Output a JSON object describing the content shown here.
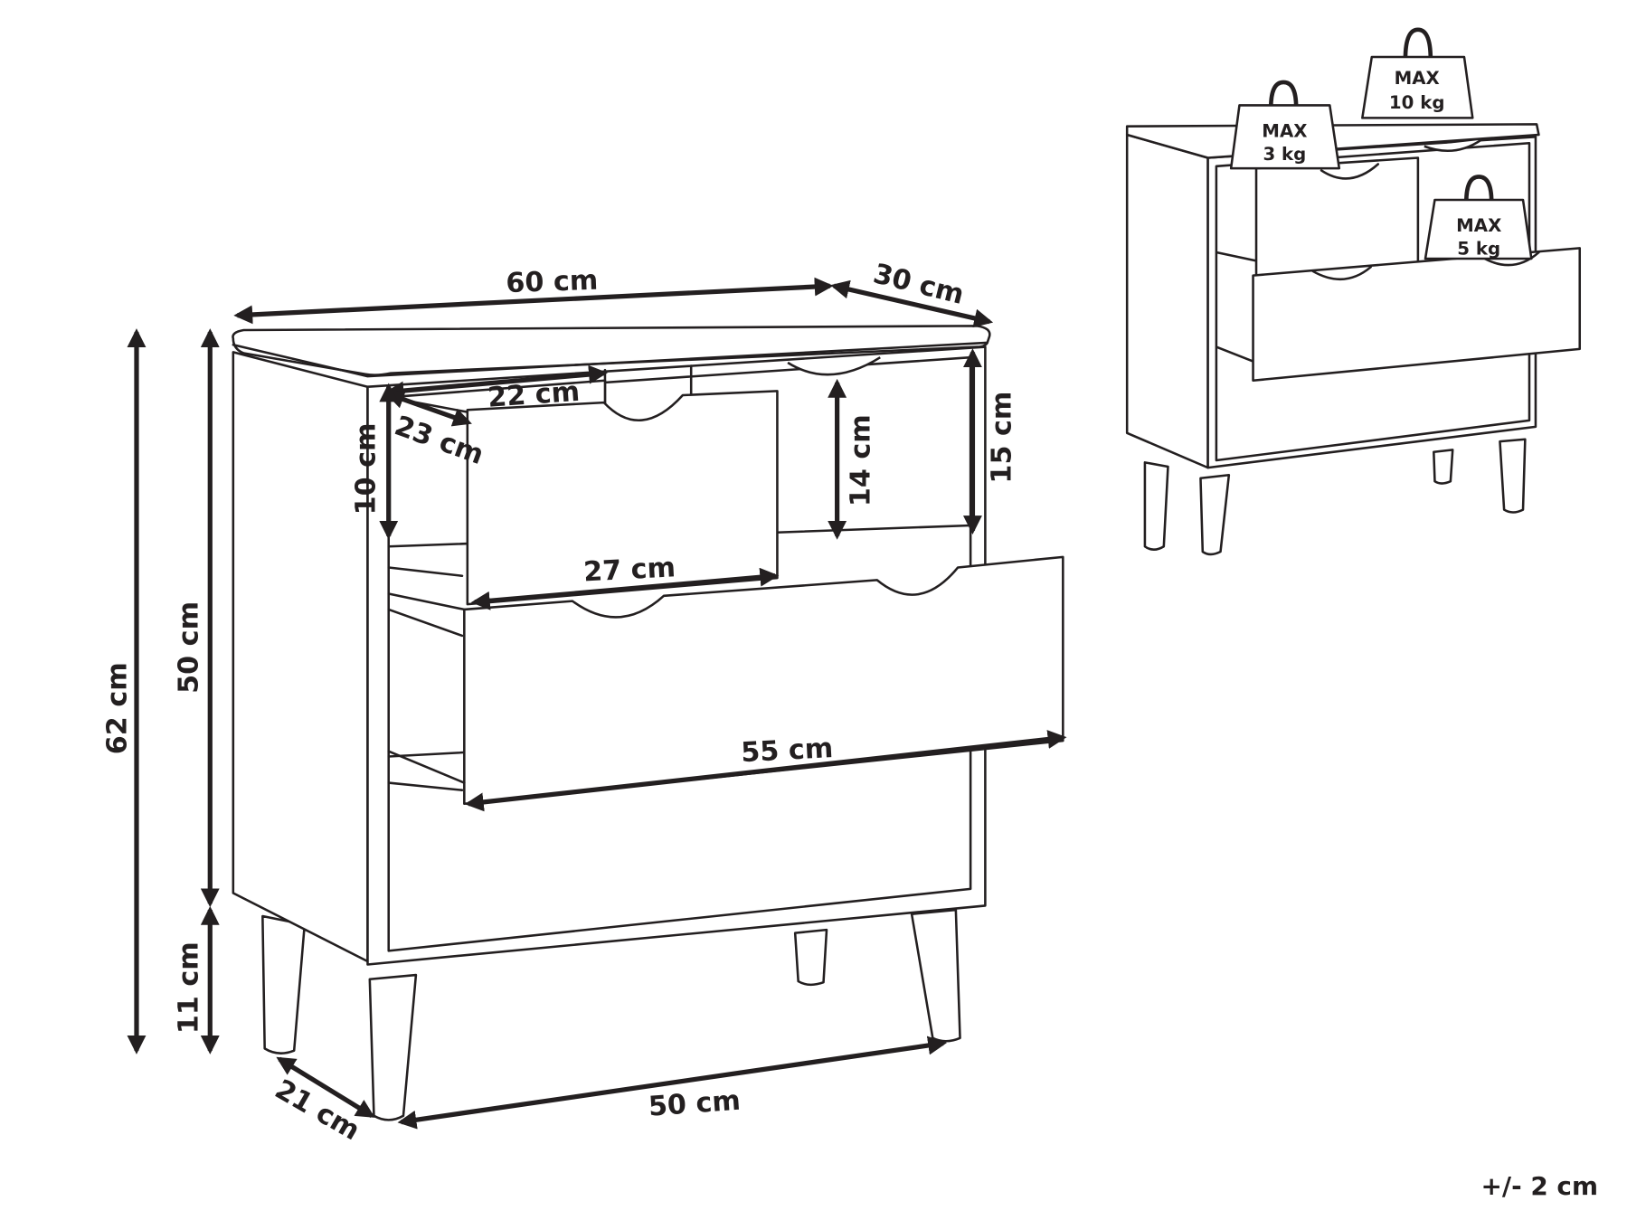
{
  "dimensions": {
    "width": "60 cm",
    "depth": "30 cm",
    "small_drawer_inner_width": "22 cm",
    "small_drawer_inner_depth": "23 cm",
    "small_drawer_inner_height": "10 cm",
    "small_compartment_height": "14 cm",
    "small_drawer_front_height": "15 cm",
    "small_drawer_front_width": "27 cm",
    "large_drawer_front_width": "55 cm",
    "total_height": "62 cm",
    "body_height": "50 cm",
    "leg_height": "11 cm",
    "leg_depth_span": "21 cm",
    "leg_width_span": "50 cm"
  },
  "load_limits": {
    "top": {
      "line1": "MAX",
      "line2": "10 kg"
    },
    "small_drawer": {
      "line1": "MAX",
      "line2": "3 kg"
    },
    "large_drawer": {
      "line1": "MAX",
      "line2": "5 kg"
    }
  },
  "tolerance": "+/- 2 cm"
}
